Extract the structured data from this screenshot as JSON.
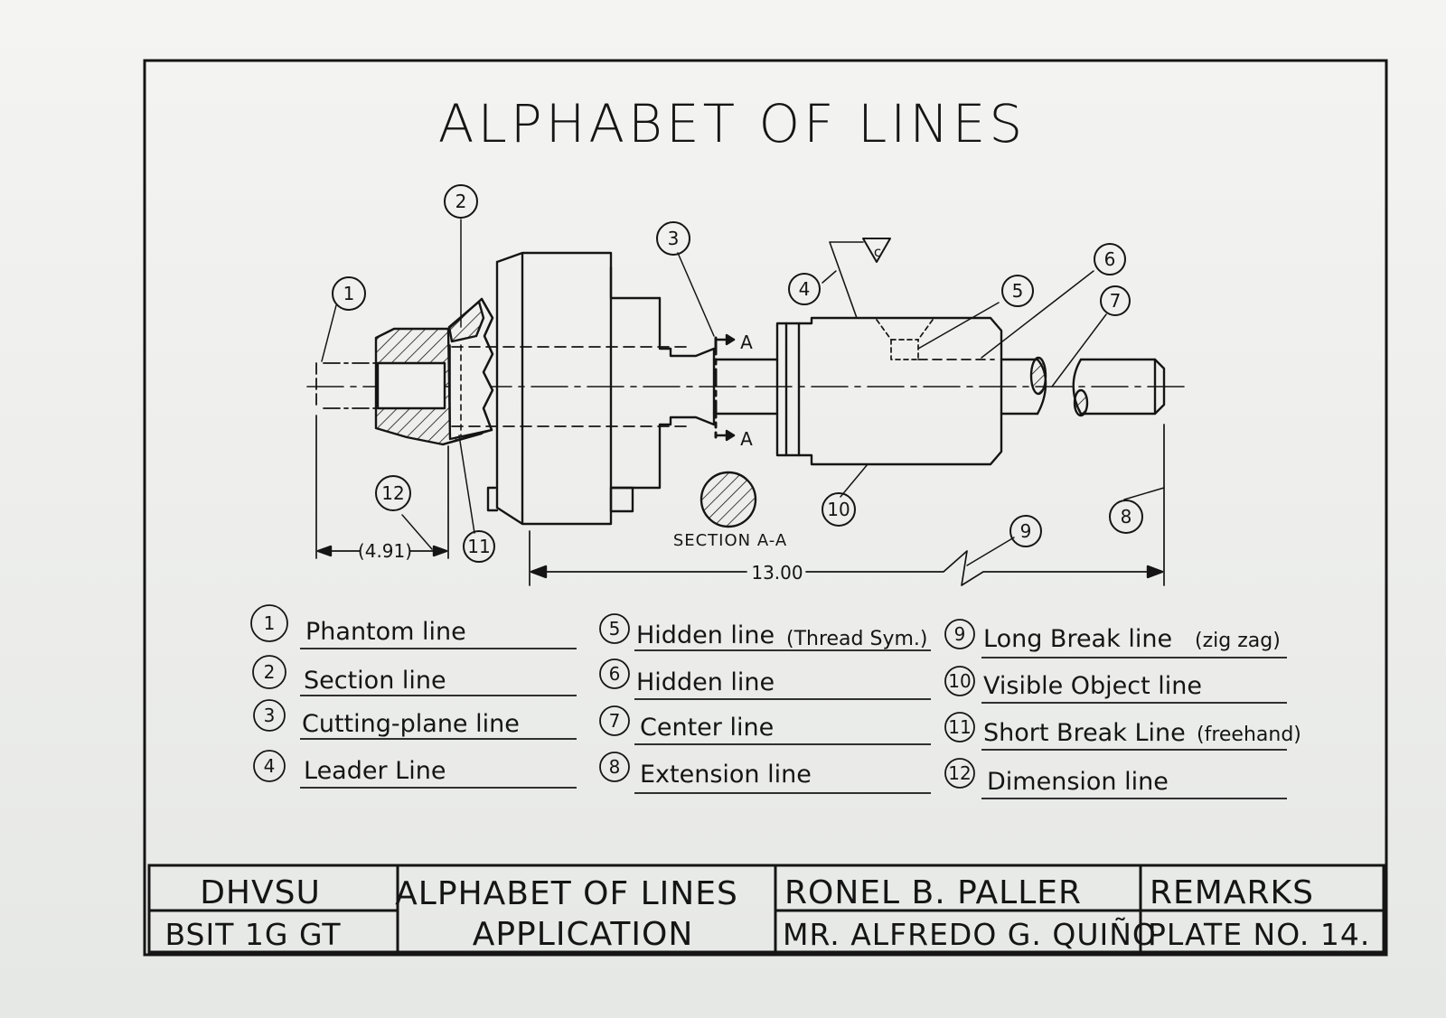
{
  "title": "ALPHABET OF LINES",
  "drawing": {
    "section_label": "SECTION A-A",
    "cut_letter_top": "A",
    "cut_letter_bottom": "A",
    "finish_symbol": "c",
    "dim_small": "(4.91)",
    "dim_long": "13.00",
    "callouts": [
      "1",
      "2",
      "3",
      "4",
      "5",
      "6",
      "7",
      "8",
      "9",
      "10",
      "11",
      "12"
    ]
  },
  "legend": [
    {
      "num": "1",
      "label": "Phantom line"
    },
    {
      "num": "2",
      "label": "Section line"
    },
    {
      "num": "3",
      "label": "Cutting-plane line"
    },
    {
      "num": "4",
      "label": "Leader Line"
    },
    {
      "num": "5",
      "label": "Hidden line",
      "note": "(Thread Sym.)"
    },
    {
      "num": "6",
      "label": "Hidden line"
    },
    {
      "num": "7",
      "label": "Center line"
    },
    {
      "num": "8",
      "label": "Extension line"
    },
    {
      "num": "9",
      "label": "Long Break line",
      "note": "(zig zag)"
    },
    {
      "num": "10",
      "label": "Visible Object line"
    },
    {
      "num": "11",
      "label": "Short Break Line",
      "note": "(freehand)"
    },
    {
      "num": "12",
      "label": "Dimension line"
    }
  ],
  "title_block": {
    "school": "DHVSU",
    "section": "BSIT 1G GT",
    "plate_title": "ALPHABET OF LINES",
    "plate_subtitle": "APPLICATION",
    "student": "RONEL B. PALLER",
    "instructor": "MR. ALFREDO G. QUIÑO",
    "remarks": "REMARKS",
    "plate_no": "PLATE NO. 14."
  },
  "colors": {
    "ink": "#151515",
    "paper": "#f0f1ef"
  }
}
